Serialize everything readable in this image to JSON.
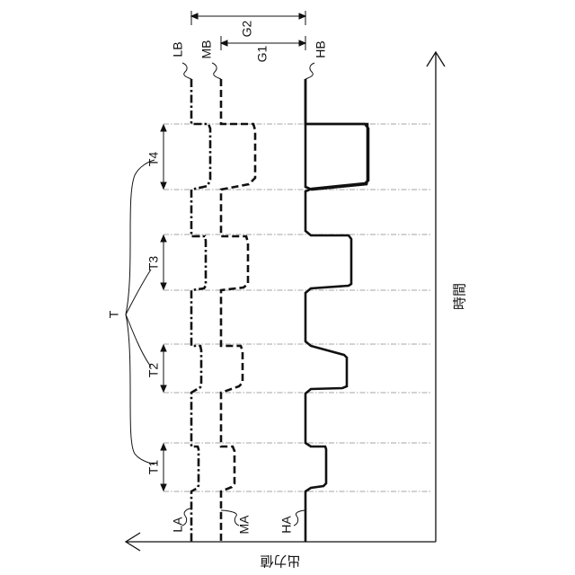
{
  "labels": {
    "LB": "LB",
    "MB": "MB",
    "HB": "HB",
    "LA": "LA",
    "MA": "MA",
    "HA": "HA",
    "G1": "G1",
    "G2": "G2",
    "T": "T",
    "T1": "T1",
    "T2": "T2",
    "T3": "T3",
    "T4": "T4"
  },
  "axes": {
    "time_label": "時間",
    "output_label": "出力値"
  },
  "colors": {
    "ink": "#111111",
    "guide": "#888888"
  }
}
